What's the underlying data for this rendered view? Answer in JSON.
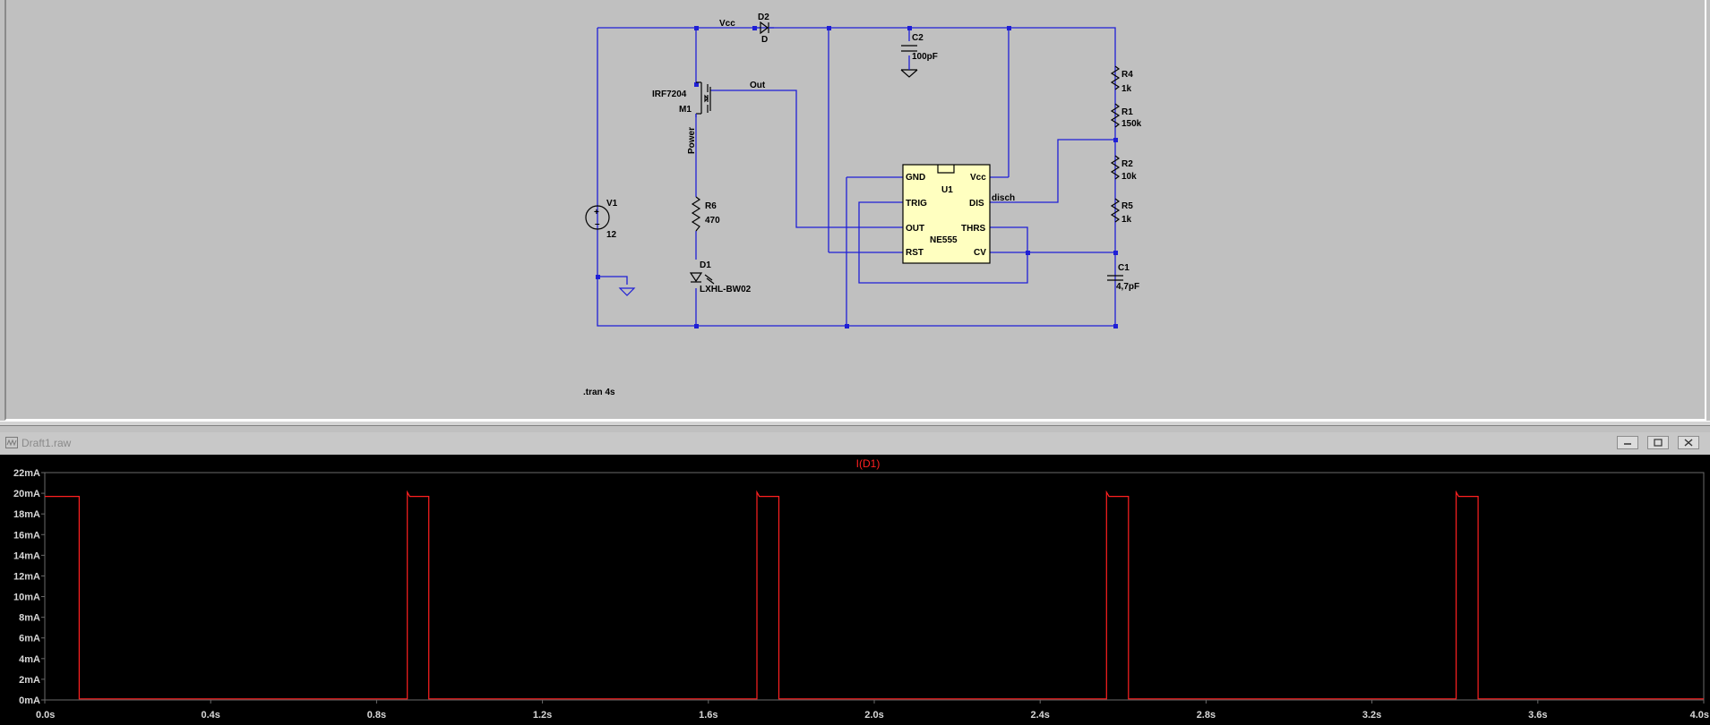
{
  "schematic": {
    "net_labels": {
      "vcc": "Vcc",
      "out": "Out",
      "disch": "disch",
      "power": "Power"
    },
    "components": {
      "d2": {
        "name": "D2",
        "value": "D"
      },
      "c2": {
        "name": "C2",
        "value": "100pF"
      },
      "m1": {
        "name": "M1",
        "value": "IRF7204"
      },
      "v1": {
        "name": "V1",
        "value": "12"
      },
      "r6": {
        "name": "R6",
        "value": "470"
      },
      "d1": {
        "name": "D1",
        "value": "LXHL-BW02"
      },
      "r4": {
        "name": "R4",
        "value": "1k"
      },
      "r1": {
        "name": "R1",
        "value": "150k"
      },
      "r2": {
        "name": "R2",
        "value": "10k"
      },
      "r5": {
        "name": "R5",
        "value": "1k"
      },
      "c1": {
        "name": "C1",
        "value": "4,7pF"
      },
      "u1": {
        "name": "U1",
        "value": "NE555",
        "pins": {
          "gnd": "GND",
          "trig": "TRIG",
          "out": "OUT",
          "rst": "RST",
          "vcc": "Vcc",
          "dis": "DIS",
          "thrs": "THRS",
          "cv": "CV"
        }
      }
    },
    "directive": ".tran 4s"
  },
  "waveform_window": {
    "title": "Draft1.raw",
    "trace_label": "I(D1)",
    "colors": {
      "trace": "#ff2020",
      "background": "#000000",
      "grid": "#6a6a6a",
      "axis_text": "#d8d8d8"
    },
    "buttons": [
      "minimize",
      "maximize",
      "close"
    ]
  },
  "chart_data": {
    "type": "line",
    "title": "",
    "xlabel": "",
    "ylabel": "",
    "xlim": [
      0,
      4.0
    ],
    "ylim": [
      0,
      22
    ],
    "x_ticks": [
      "0.0s",
      "0.4s",
      "0.8s",
      "1.2s",
      "1.6s",
      "2.0s",
      "2.4s",
      "2.8s",
      "3.2s",
      "3.6s",
      "4.0s"
    ],
    "y_ticks": [
      "0mA",
      "2mA",
      "4mA",
      "6mA",
      "8mA",
      "10mA",
      "12mA",
      "14mA",
      "16mA",
      "18mA",
      "20mA",
      "22mA"
    ],
    "series": [
      {
        "name": "I(D1)",
        "x_unit": "s",
        "y_unit": "mA",
        "points": [
          [
            0.0,
            19.7
          ],
          [
            0.083,
            19.7
          ],
          [
            0.083,
            0.1
          ],
          [
            0.874,
            0.1
          ],
          [
            0.874,
            20.1
          ],
          [
            0.88,
            19.7
          ],
          [
            0.926,
            19.7
          ],
          [
            0.926,
            0.1
          ],
          [
            1.717,
            0.1
          ],
          [
            1.717,
            20.1
          ],
          [
            1.723,
            19.7
          ],
          [
            1.77,
            19.7
          ],
          [
            1.77,
            0.1
          ],
          [
            2.56,
            0.1
          ],
          [
            2.56,
            20.1
          ],
          [
            2.566,
            19.7
          ],
          [
            2.613,
            19.7
          ],
          [
            2.613,
            0.1
          ],
          [
            3.403,
            0.1
          ],
          [
            3.403,
            20.1
          ],
          [
            3.409,
            19.7
          ],
          [
            3.456,
            19.7
          ],
          [
            3.456,
            0.1
          ],
          [
            4.0,
            0.1
          ]
        ]
      }
    ]
  }
}
